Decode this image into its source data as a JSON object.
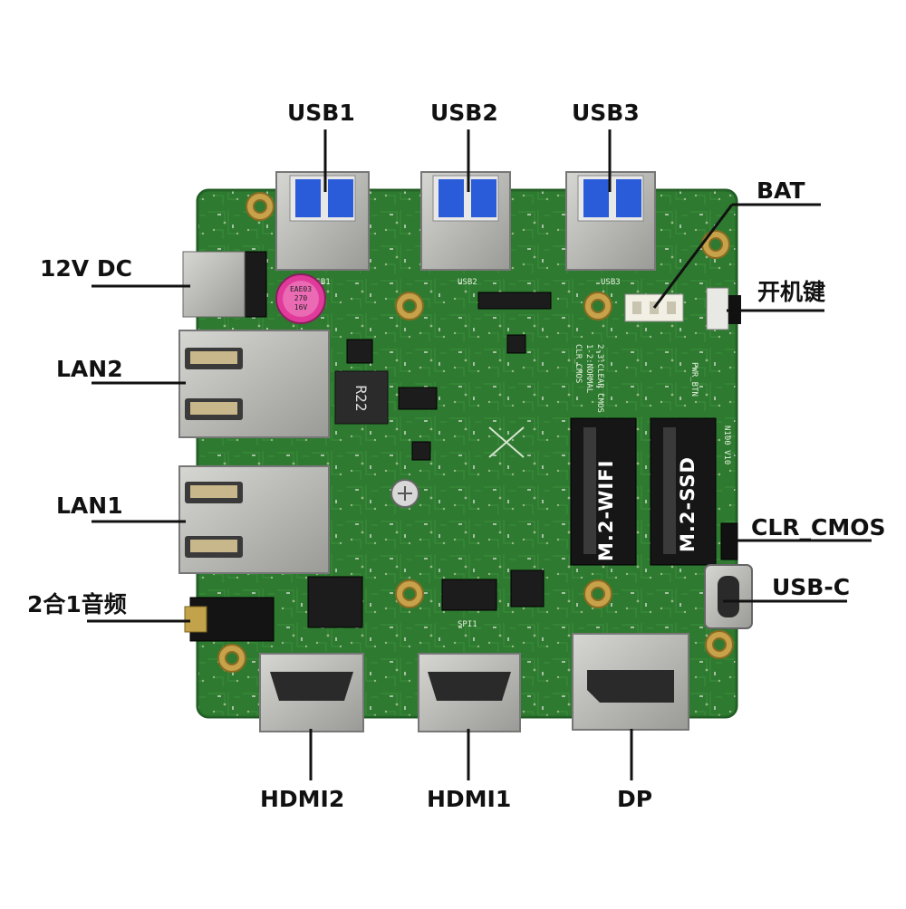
{
  "labels": {
    "usb1": "USB1",
    "usb2": "USB2",
    "usb3": "USB3",
    "bat": "BAT",
    "dc12v": "12V DC",
    "power_key": "开机键",
    "lan2": "LAN2",
    "lan1": "LAN1",
    "clr_cmos": "CLR_CMOS",
    "usbc": "USB-C",
    "audio": "2合1音频",
    "hdmi2": "HDMI2",
    "hdmi1": "HDMI1",
    "dp": "DP"
  },
  "board": {
    "m2_wifi": "M.2-WIFI",
    "m2_ssd": "M.2-SSD",
    "inductor": "R22",
    "cap_text": [
      "EAE03",
      "270",
      "16V"
    ],
    "silk": {
      "usb1": "USB1",
      "usb2": "USB2",
      "usb3": "USB3",
      "clr_cmos_jumper": [
        "CLR_CMOS",
        "1-2:NORMAL",
        "2-3:CLEAR CMOS"
      ],
      "pwr_btn": "PWR_BTN",
      "spi": "SPI1",
      "version": "N100 V10"
    }
  },
  "colors": {
    "pcb": "#2f7a30",
    "pcb_dark": "#1f5a22",
    "metal": "#b8b8b4",
    "usb_blue": "#2a5bd8",
    "label": "#111111",
    "leader": "#111111"
  }
}
